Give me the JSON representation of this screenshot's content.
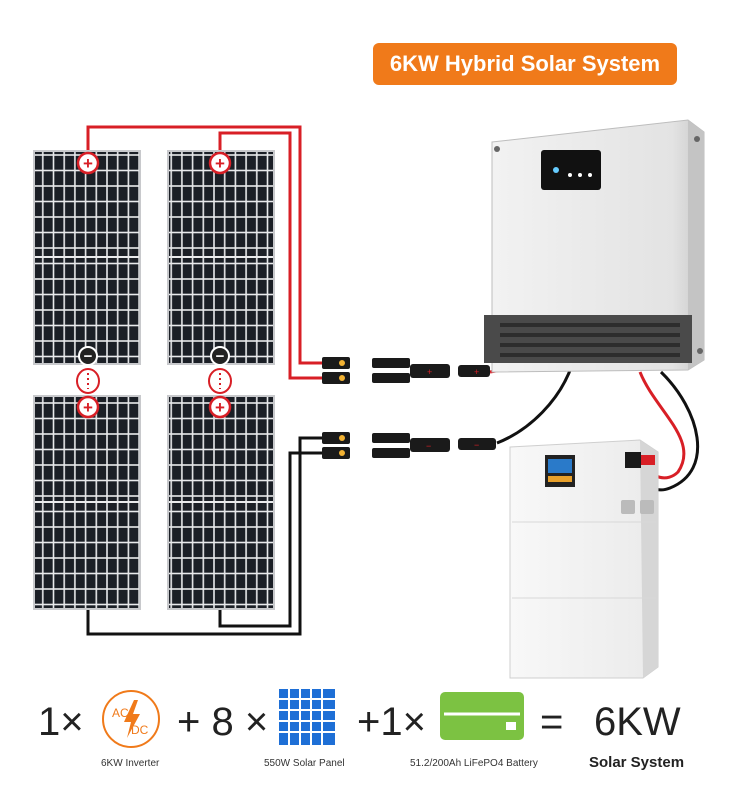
{
  "title": "6KW Hybrid Solar System",
  "panel_polarity": {
    "plus": "+",
    "minus": "−"
  },
  "formula": {
    "inverter_qty": "1×",
    "panel_qty": "+ 8 ×",
    "battery_qty": "+1×",
    "equals": "=",
    "result": "6KW",
    "inverter_caption": "6KW Inverter",
    "panel_caption": "550W Solar Panel",
    "battery_caption": "51.2/200Ah LiFePO4 Battery",
    "result_caption": "Solar System",
    "acdc_icon": {
      "ac": "AC",
      "dc": "DC"
    }
  },
  "colors": {
    "accent": "#f07a1a",
    "positive_wire": "#d81f26",
    "negative_wire": "#111111",
    "panel_cell": "#1b1f26",
    "panel_blue": "#1e6fd6",
    "battery_green": "#7cc242"
  }
}
